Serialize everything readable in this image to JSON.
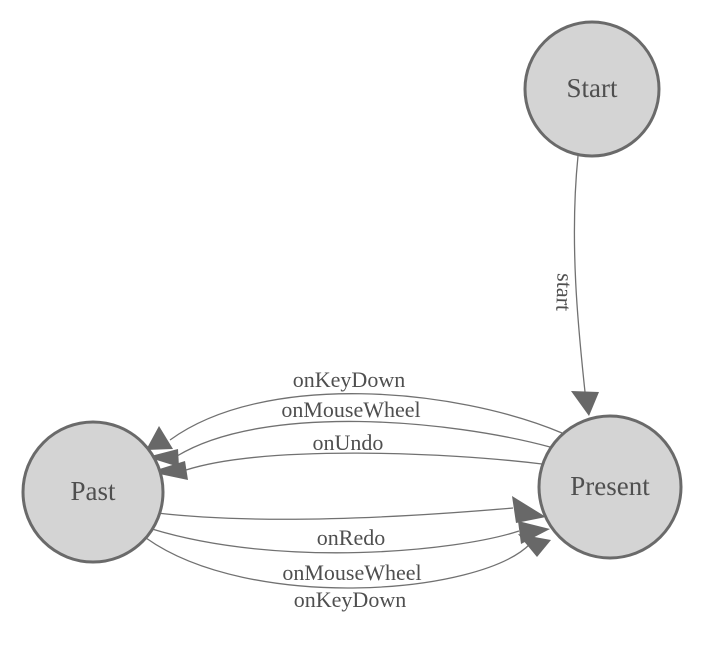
{
  "diagram": {
    "kind": "state-machine-graph",
    "nodes": [
      {
        "id": "Start",
        "label": "Start"
      },
      {
        "id": "Past",
        "label": "Past"
      },
      {
        "id": "Present",
        "label": "Present"
      }
    ],
    "edges": [
      {
        "from": "Start",
        "to": "Present",
        "label": "start"
      },
      {
        "from": "Present",
        "to": "Past",
        "label": "onKeyDown"
      },
      {
        "from": "Present",
        "to": "Past",
        "label": "onMouseWheel"
      },
      {
        "from": "Present",
        "to": "Past",
        "label": "onUndo"
      },
      {
        "from": "Past",
        "to": "Present",
        "label": "onRedo"
      },
      {
        "from": "Past",
        "to": "Present",
        "label": "onMouseWheel"
      },
      {
        "from": "Past",
        "to": "Present",
        "label": "onKeyDown"
      }
    ],
    "colors": {
      "background": "#ffffff",
      "node_fill": "#d4d4d4",
      "node_stroke": "#6a6a6a",
      "edge_stroke": "#717171",
      "arrow_fill": "#686868",
      "text": "#4f4f4f"
    }
  }
}
